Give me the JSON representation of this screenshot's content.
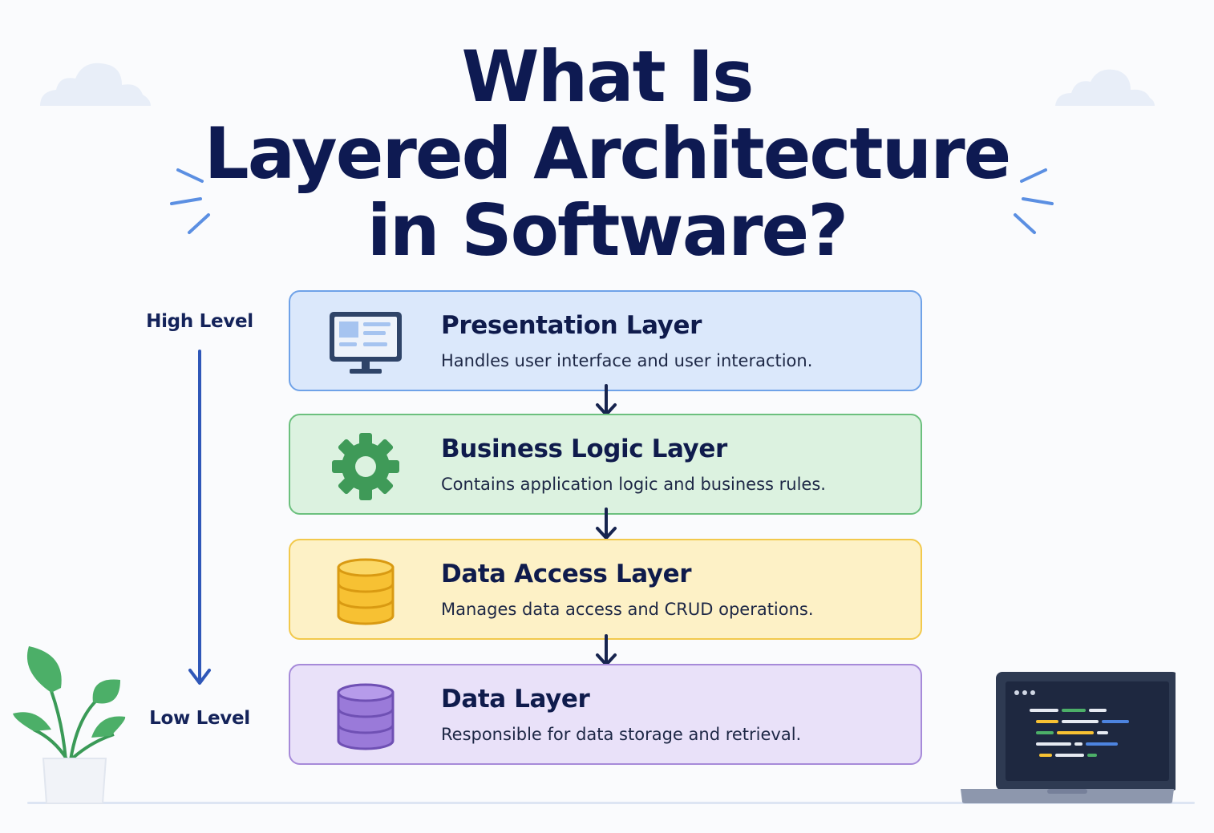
{
  "title": {
    "line1": "What Is",
    "line2": "Layered Architecture",
    "line3": "in Software?"
  },
  "levels": {
    "high": "High Level",
    "low": "Low Level"
  },
  "layers": [
    {
      "name": "Presentation Layer",
      "description": "Handles user interface and user interaction.",
      "icon": "monitor-icon",
      "fill": "#dbe8fb",
      "border": "#6fa2e8"
    },
    {
      "name": "Business Logic Layer",
      "description": "Contains application logic and business rules.",
      "icon": "gear-icon",
      "fill": "#dcf2e0",
      "border": "#6cc07e"
    },
    {
      "name": "Data Access Layer",
      "description": "Manages data access and CRUD operations.",
      "icon": "database-icon",
      "fill": "#fdf1c6",
      "border": "#f2c94c"
    },
    {
      "name": "Data Layer",
      "description": "Responsible for data storage and retrieval.",
      "icon": "database-icon",
      "fill": "#e9e1f9",
      "border": "#a68ad9"
    }
  ]
}
